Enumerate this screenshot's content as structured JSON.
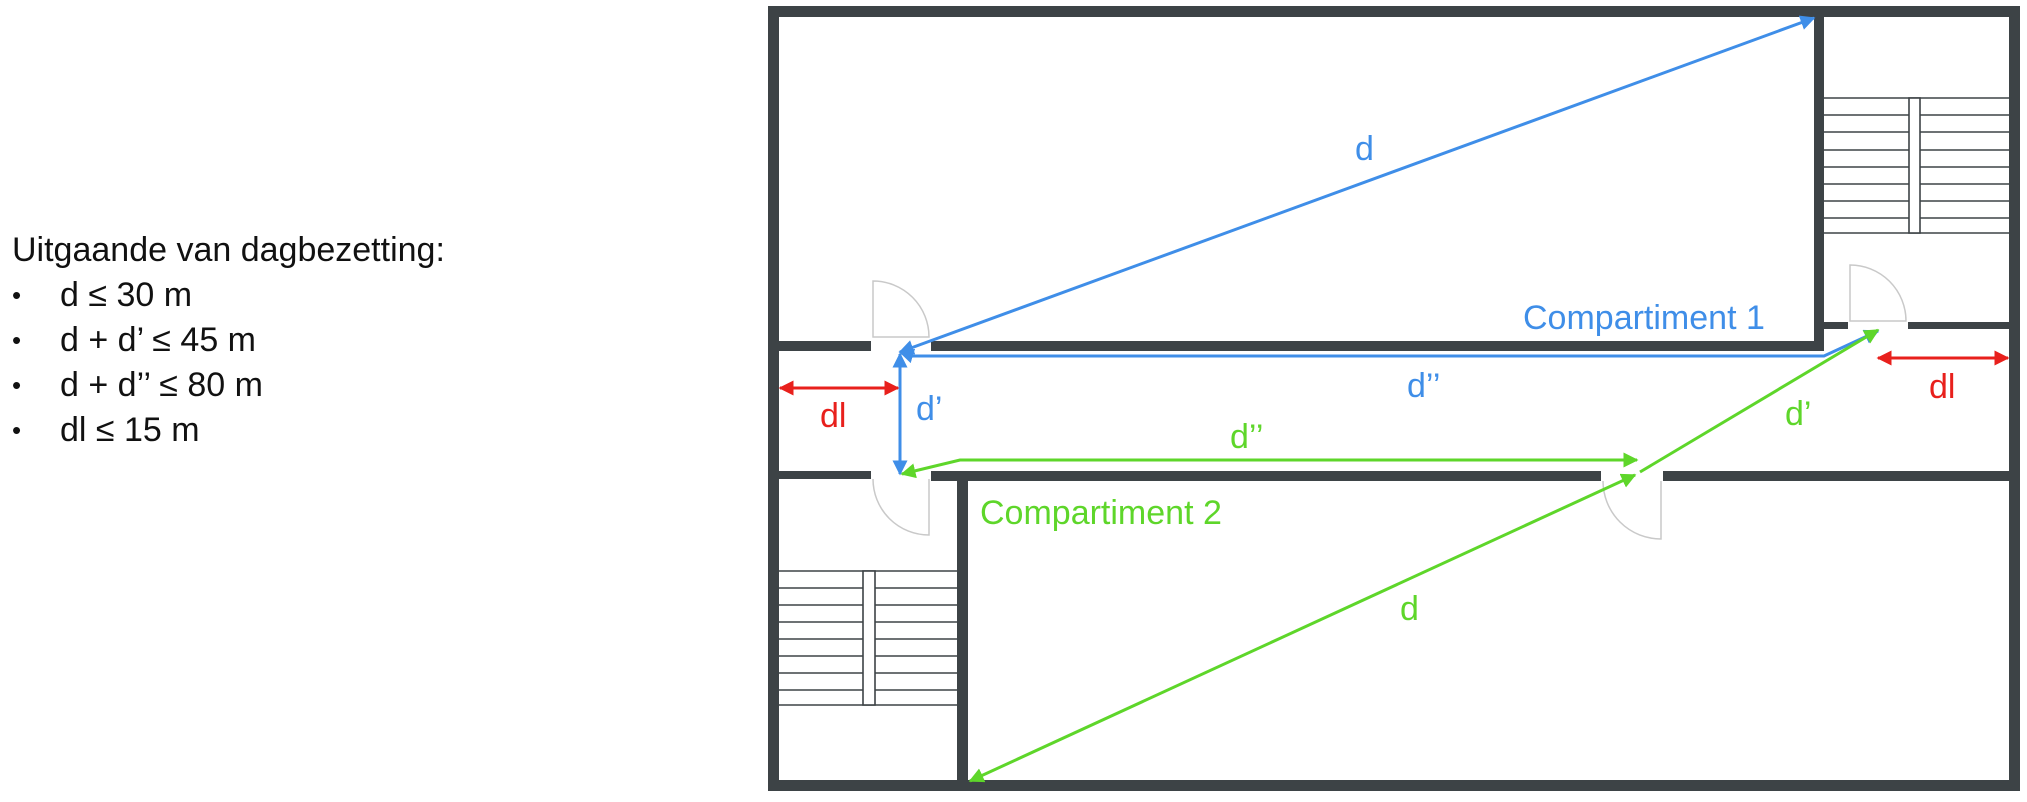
{
  "rules": {
    "heading": "Uitgaande van dagbezetting:",
    "items": [
      "d ≤ 30 m",
      "d + d’ ≤ 45 m",
      "d + d’’ ≤ 80 m",
      "dl ≤ 15 m"
    ]
  },
  "plan": {
    "compartment_1": {
      "label": "Compartiment 1",
      "color": "#3f8ee8",
      "d": "d",
      "d_prime": "d’",
      "d_double_prime": "d’’"
    },
    "compartment_2": {
      "label": "Compartiment 2",
      "color": "#5ed62a",
      "d": "d",
      "d_prime": "d’",
      "d_double_prime": "d’’"
    },
    "dl_left": "dl",
    "dl_right": "dl",
    "dl_color": "#e8201c",
    "wall_color": "#3d4346"
  }
}
